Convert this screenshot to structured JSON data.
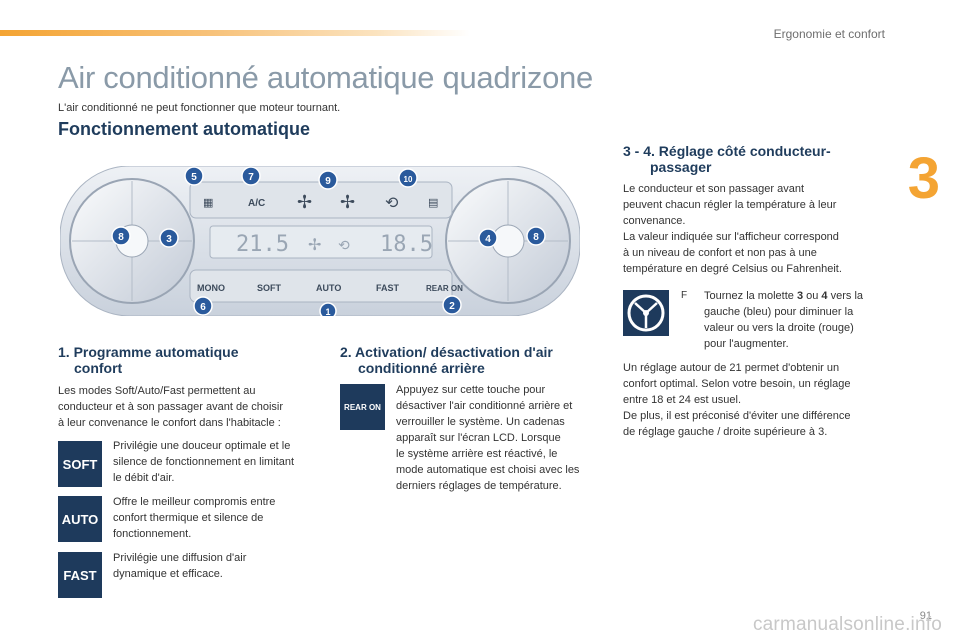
{
  "header": {
    "section": "Ergonomie et confort",
    "chapter": "3"
  },
  "title": "Air conditionné automatique quadrizone",
  "subtitle": "L'air conditionné ne peut fonctionner que moteur tournant.",
  "section_title": "Fonctionnement automatique",
  "panel": {
    "buttons_top": [
      "A/C"
    ],
    "buttons_bottom": [
      "MONO",
      "SOFT",
      "AUTO",
      "FAST",
      "REAR ON"
    ],
    "display_left": "21.5",
    "display_right": "18.5",
    "callouts": [
      "5",
      "7",
      "9",
      "10",
      "8",
      "3",
      "4",
      "8",
      "6",
      "1",
      "2"
    ]
  },
  "s1": {
    "title_line1": "1. Programme automatique",
    "title_line2": "confort",
    "intro_l1": "Les modes Soft/Auto/Fast permettent au",
    "intro_l2": "conducteur et à son passager avant de choisir",
    "intro_l3": "à leur convenance le confort dans l'habitacle :",
    "soft": {
      "badge": "SOFT",
      "l1": "Privilégie une douceur optimale et le",
      "l2": "silence de fonctionnement en limitant",
      "l3": "le débit d'air."
    },
    "auto": {
      "badge": "AUTO",
      "l1": "Offre le meilleur compromis entre",
      "l2": "confort thermique et silence de",
      "l3": "fonctionnement."
    },
    "fast": {
      "badge": "FAST",
      "l1": "Privilégie une diffusion d'air",
      "l2": "dynamique et efficace."
    }
  },
  "s2": {
    "title_line1": "2. Activation/ désactivation d'air",
    "title_line2": "conditionné arrière",
    "badge": "REAR ON",
    "l1": "Appuyez sur cette touche pour",
    "l2": "désactiver l'air conditionné arrière et",
    "l3": "verrouiller le système. Un cadenas",
    "l4": "apparaît sur l'écran LCD. Lorsque",
    "l5": "le système arrière est réactivé, le",
    "l6": "mode automatique est choisi avec les",
    "l7": "derniers réglages de température."
  },
  "s34": {
    "title_line1": "3 - 4. Réglage côté conducteur-",
    "title_line2": "passager",
    "p1_l1": "Le conducteur et son passager avant",
    "p1_l2": "peuvent chacun régler la température à leur",
    "p1_l3": "convenance.",
    "p1_l4": "La valeur indiquée sur l'afficheur correspond",
    "p1_l5": "à un niveau de confort et non pas à une",
    "p1_l6": "température en degré Celsius ou Fahrenheit.",
    "bullet": "F",
    "b_l1_pre": "Tournez la molette ",
    "b_l1_b1": "3",
    "b_l1_mid": " ou ",
    "b_l1_b2": "4",
    "b_l1_post": " vers la",
    "b_l2": "gauche (bleu) pour diminuer la",
    "b_l3": "valeur ou vers la droite (rouge)",
    "b_l4": "pour l'augmenter.",
    "p2_l1": "Un réglage autour de 21 permet d'obtenir un",
    "p2_l2": "confort optimal. Selon votre besoin, un réglage",
    "p2_l3": "entre 18 et 24 est usuel.",
    "p2_l4": "De plus, il est préconisé d'éviter une différence",
    "p2_l5": "de réglage gauche / droite supérieure à 3."
  },
  "footer": {
    "page": "91",
    "watermark": "carmanualsonline.info"
  },
  "colors": {
    "accent": "#f4a433",
    "title": "#8a9aa8",
    "heading": "#1f3c5c",
    "badge": "#1e3a5c",
    "callout": "#2a5a9c"
  }
}
